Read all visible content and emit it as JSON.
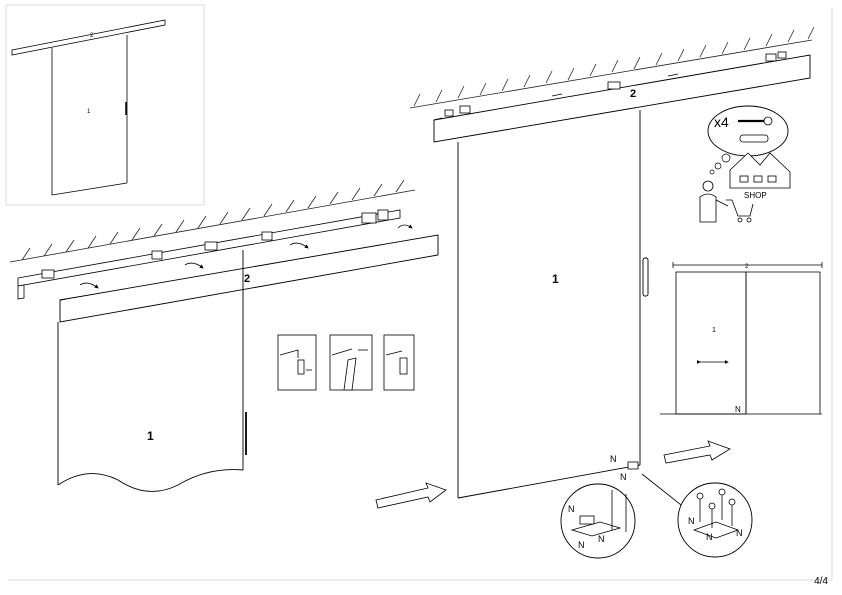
{
  "labels": {
    "door": "1",
    "rail": "2",
    "screws_qty": "x4",
    "shop": "SHOP",
    "nut": "N"
  },
  "page": {
    "number": "4/4"
  },
  "colors": {
    "line": "#000000",
    "hatch": "#222222",
    "background": "#ffffff",
    "frame": "#d8d8d8"
  }
}
